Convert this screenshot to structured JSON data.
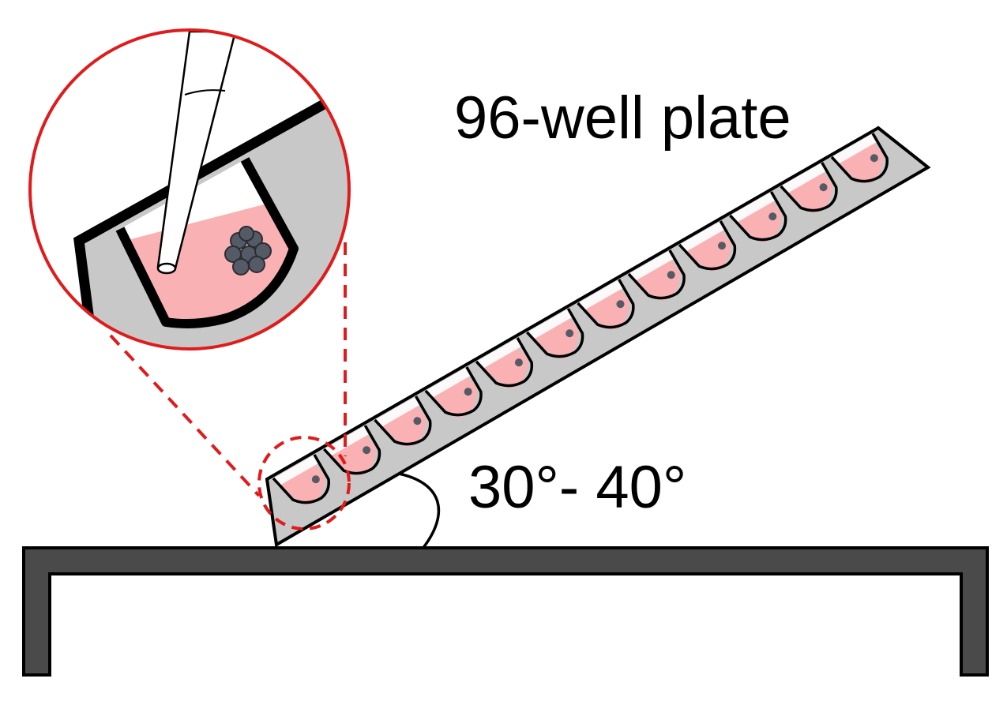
{
  "labels": {
    "plate": "96-well plate",
    "angle": "30°- 40°"
  },
  "colors": {
    "medium": "#f9b1b4",
    "tray": "#c8c8c8",
    "table": "#4a4a4a",
    "outline": "#000000",
    "zoom": "#e01b1b",
    "cell": "#555b66"
  },
  "diagram": {
    "well_count": 12,
    "tilt_range_deg": [
      30,
      40
    ]
  }
}
